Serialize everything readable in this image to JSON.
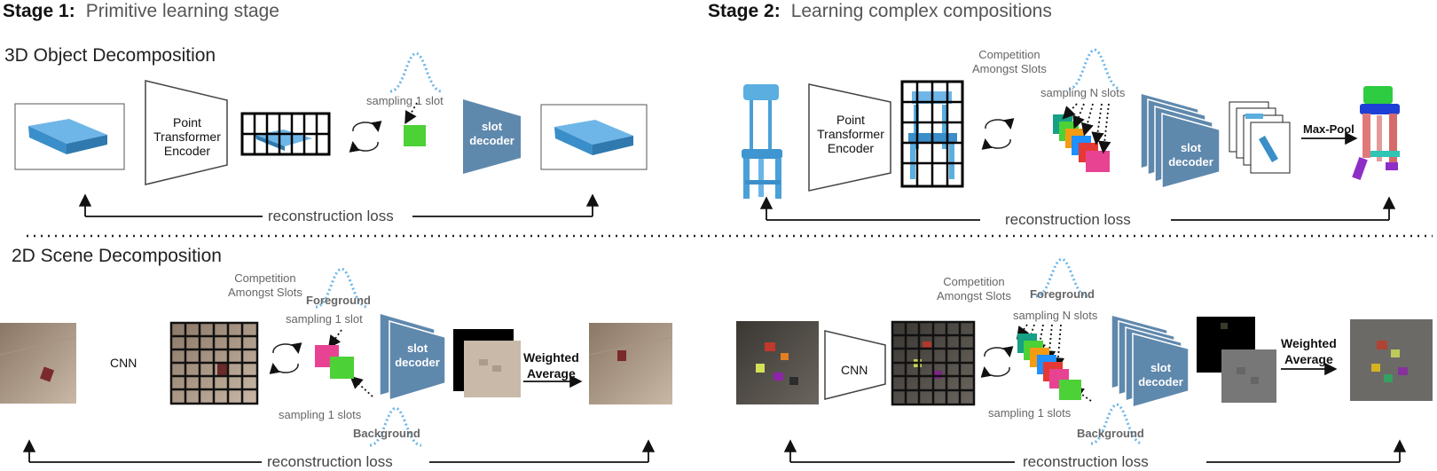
{
  "stage1": {
    "label": "Stage 1:",
    "title": "Primitive learning stage"
  },
  "stage2": {
    "label": "Stage 2:",
    "title": "Learning complex compositions"
  },
  "sections": {
    "obj3d": "3D Object Decomposition",
    "scene2d": "2D Scene Decomposition"
  },
  "blocks": {
    "point_encoder": [
      "Point",
      "Transformer",
      "Encoder"
    ],
    "slot_decoder": [
      "slot",
      "decoder"
    ],
    "cnn": "CNN",
    "weighted_average": [
      "Weighted",
      "Average"
    ],
    "max_pool": "Max-Pool"
  },
  "annotations": {
    "sampling_1_slot": "sampling 1 slot",
    "sampling_n_slots": "sampling N slots",
    "competition": [
      "Competition",
      "Amongst Slots"
    ],
    "foreground": "Foreground",
    "background": "Background",
    "sampling_1_slots": "sampling 1 slots",
    "reconstruction_loss": "reconstruction loss"
  },
  "colors": {
    "slot_blue": "#5f88ad",
    "gaussian": "#6db6e6",
    "green": "#4cd137",
    "pink": "#e84393",
    "orange": "#f39c12",
    "blue": "#1e90ff",
    "red": "#e53935",
    "teal": "#16a085"
  }
}
